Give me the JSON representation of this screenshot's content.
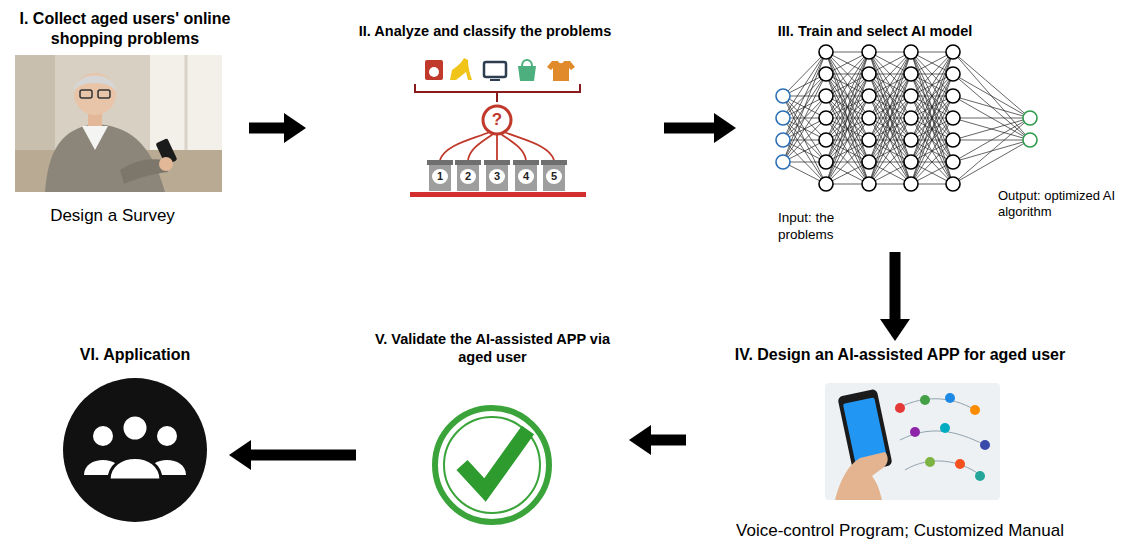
{
  "diagram": {
    "nodes": [
      {
        "text": [
          "I. Collect aged users' online shopping problems",
          "Design a Survey"
        ]
      },
      {
        "text": [
          "II. Analyze and classify the problems"
        ]
      },
      {
        "text": [
          "III. Train and select AI model",
          "Input: the problems",
          "Output: optimized AI algorithm"
        ]
      },
      {
        "text": [
          "IV. Design an AI-assisted APP for aged user",
          "Voice-control Program; Customized Manual"
        ]
      },
      {
        "text": [
          "V. Validate the AI-assisted APP via aged user"
        ]
      },
      {
        "text": [
          "VI. Application"
        ]
      }
    ],
    "edges": [
      {
        "from": 0,
        "to": 1,
        "arrow": "to"
      },
      {
        "from": 1,
        "to": 2,
        "arrow": "to"
      },
      {
        "from": 2,
        "to": 3,
        "arrow": "to"
      },
      {
        "from": 3,
        "to": 4,
        "arrow": "to"
      },
      {
        "from": 4,
        "to": 5,
        "arrow": "to"
      }
    ],
    "labels": [
      "?",
      "1",
      "2",
      "3",
      "4",
      "5"
    ]
  }
}
